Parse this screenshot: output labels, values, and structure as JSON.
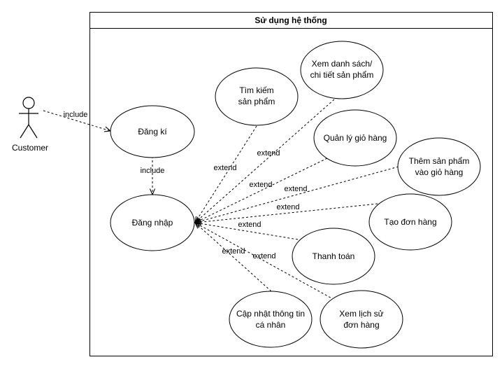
{
  "system": {
    "title": "Sử dụng hệ thống"
  },
  "actor": {
    "name": "Customer"
  },
  "use_cases": {
    "register": [
      "Đăng kí"
    ],
    "login": [
      "Đăng nhập"
    ],
    "search": [
      "Tìm kiếm",
      "sản phẩm"
    ],
    "view_list": [
      "Xem danh sách/",
      "chi tiết sản phẩm"
    ],
    "cart": [
      "Quản lý giỏ hàng"
    ],
    "add_cart": [
      "Thêm sản phẩm",
      "vào giỏ hàng"
    ],
    "create_order": [
      "Tạo đơn hàng"
    ],
    "payment": [
      "Thanh toán"
    ],
    "update_info": [
      "Cập nhật thông tin",
      "cá nhân"
    ],
    "order_history": [
      "Xem lịch sử",
      "đơn hàng"
    ]
  },
  "relations": {
    "include_label": "include",
    "extend_label": "extend"
  }
}
